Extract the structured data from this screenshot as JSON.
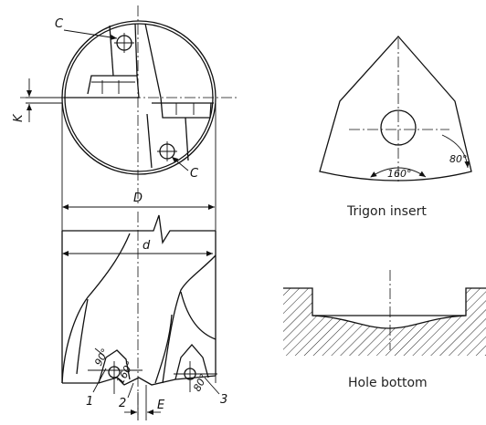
{
  "labels": {
    "c_top": "C",
    "c_bottom": "C",
    "k": "K",
    "d_outer": "D",
    "d_inner": "d",
    "e": "E",
    "n1": "1",
    "n2": "2",
    "n3": "3",
    "angle_left_a": "90°",
    "angle_left_b": "160°",
    "angle_right": "80°",
    "trigon_160": "160°",
    "trigon_80": "80°"
  },
  "captions": {
    "trigon": "Trigon insert",
    "hole_bottom": "Hole bottom"
  }
}
